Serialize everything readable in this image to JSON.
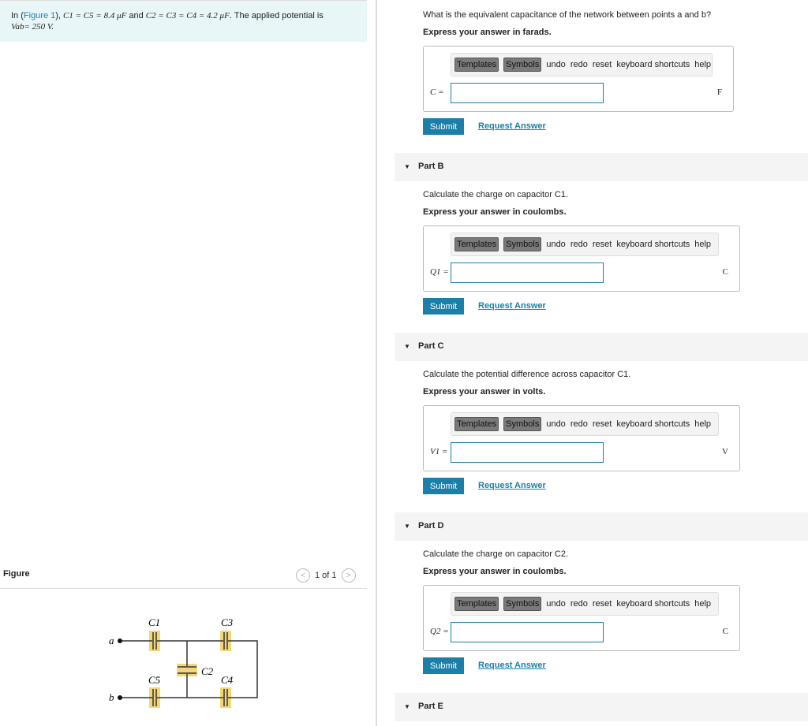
{
  "intro": {
    "prefix": "In (",
    "figure_link": "Figure 1",
    "suffix": "), ",
    "eq1": "C1 = C5 = 8.4 μF",
    "and": " and ",
    "eq2": "C2 = C3 = C4 = 4.2 μF",
    "tail": ". The applied potential is",
    "vab": "Vab= 250 V."
  },
  "figure": {
    "label": "Figure",
    "pager": "1 of 1",
    "prev": "<",
    "next": ">",
    "labels": {
      "a": "a",
      "b": "b",
      "c1": "C1",
      "c2": "C2",
      "c3": "C3",
      "c4": "C4",
      "c5": "C5"
    }
  },
  "toolbar": {
    "templates": "Templates",
    "symbols": "Symbols",
    "undo": "undo",
    "redo": "redo",
    "reset": "reset",
    "shortcuts": "keyboard shortcuts",
    "help": "help"
  },
  "parts": [
    {
      "header": "",
      "question": "What is the equivalent capacitance of the network between points a and b?",
      "express": "Express your answer in farads.",
      "var": "C =",
      "unit": "F",
      "value": ""
    },
    {
      "header": "Part B",
      "question": "Calculate the charge on capacitor C1.",
      "express": "Express your answer in coulombs.",
      "var": "Q1 =",
      "unit": "C",
      "value": ""
    },
    {
      "header": "Part C",
      "question": "Calculate the potential difference across capacitor C1.",
      "express": "Express your answer in volts.",
      "var": "V1 =",
      "unit": "V",
      "value": ""
    },
    {
      "header": "Part D",
      "question": "Calculate the charge on capacitor C2.",
      "express": "Express your answer in coulombs.",
      "var": "Q2 =",
      "unit": "C",
      "value": ""
    }
  ],
  "part_e": "Part E",
  "buttons": {
    "submit": "Submit",
    "request": "Request Answer"
  },
  "colors": {
    "accent": "#1b7fa8",
    "capacitor_highlight": "#f2d77a",
    "intro_bg": "#e8f6f7"
  }
}
